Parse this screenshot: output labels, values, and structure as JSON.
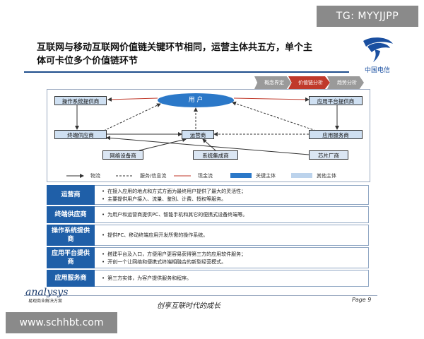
{
  "watermark_top": "TG: MYYJJPP",
  "watermark_bottom": "www.schhbt.com",
  "title": "互联网与移动互联网价值链关键环节相同，运营主体共五方，单个主体可卡位多个价值链环节",
  "tabs": [
    "概念界定",
    "价值链分析",
    "趋势分析"
  ],
  "active_tab": "价值链分析",
  "brand_colors": {
    "primary": "#1f5fa8",
    "accent": "#c0392b"
  },
  "diagram": {
    "user": "用 户",
    "os_provider": "操作系统提供商",
    "app_platform": "应用平台提供商",
    "terminal": "终端供应商",
    "operator": "运营商",
    "app_service": "应用服务商",
    "network_equipment": "网络设备商",
    "system_integrator": "系统集成商",
    "chip": "芯片厂商"
  },
  "legend": {
    "logistics": "物流",
    "service_info": "服务/信息流",
    "cash": "现金流",
    "key_subject": "关键主体",
    "other_subject": "其他主体"
  },
  "rows": [
    {
      "label": "运营商",
      "lines": [
        "在接入应用的地点和方式方面为最终用户提供了最大的灵活性；",
        "主要提供用户接入、流量、鉴别、计费、授权等服务。"
      ]
    },
    {
      "label": "终端供应商",
      "lines": [
        "为用户和运营商提供PC、智能手机和其它的便携式设备终端等。"
      ]
    },
    {
      "label": "操作系统提供商",
      "lines": [
        "提供PC、移动终端应用开发所需的操作系统。"
      ]
    },
    {
      "label": "应用平台提供商",
      "lines": [
        "搭建平台及入口，方便用户更容易获得第三方的应用软件服务；",
        "开创一个让网络和便携式终端相融合的新型经营模式。"
      ]
    },
    {
      "label": "应用服务商",
      "lines": [
        "第三方实体，为客户提供服务和程序。"
      ]
    }
  ],
  "footer": {
    "brand": "analysys",
    "brand_sub": "易观商业解决方案",
    "slogan": "创享互联时代的成长",
    "page": "Page 9"
  }
}
